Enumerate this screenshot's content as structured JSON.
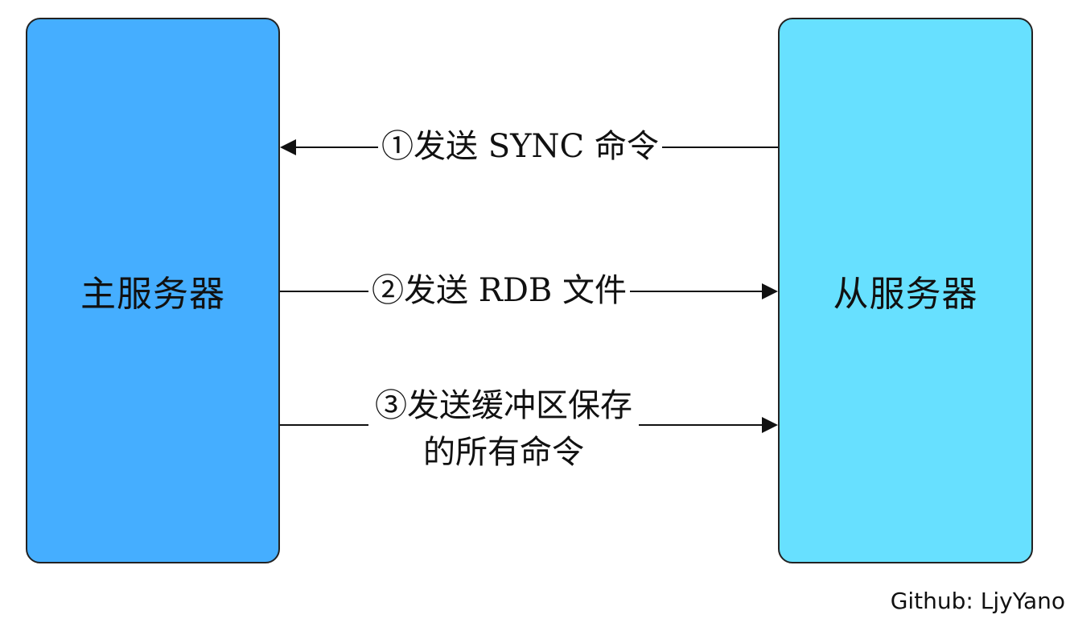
{
  "colors": {
    "master_box": "#45aeff",
    "slave_box": "#67e0ff",
    "stroke": "#222222",
    "background": "#ffffff"
  },
  "nodes": {
    "master": {
      "label": "主服务器"
    },
    "slave": {
      "label": "从服务器"
    }
  },
  "edges": [
    {
      "from": "slave",
      "to": "master",
      "label": "①发送 SYNC 命令"
    },
    {
      "from": "master",
      "to": "slave",
      "label": "②发送 RDB 文件"
    },
    {
      "from": "master",
      "to": "slave",
      "label_lines": [
        "③发送缓冲区保存",
        "的所有命令"
      ]
    }
  ],
  "watermark": "Github: LjyYano"
}
